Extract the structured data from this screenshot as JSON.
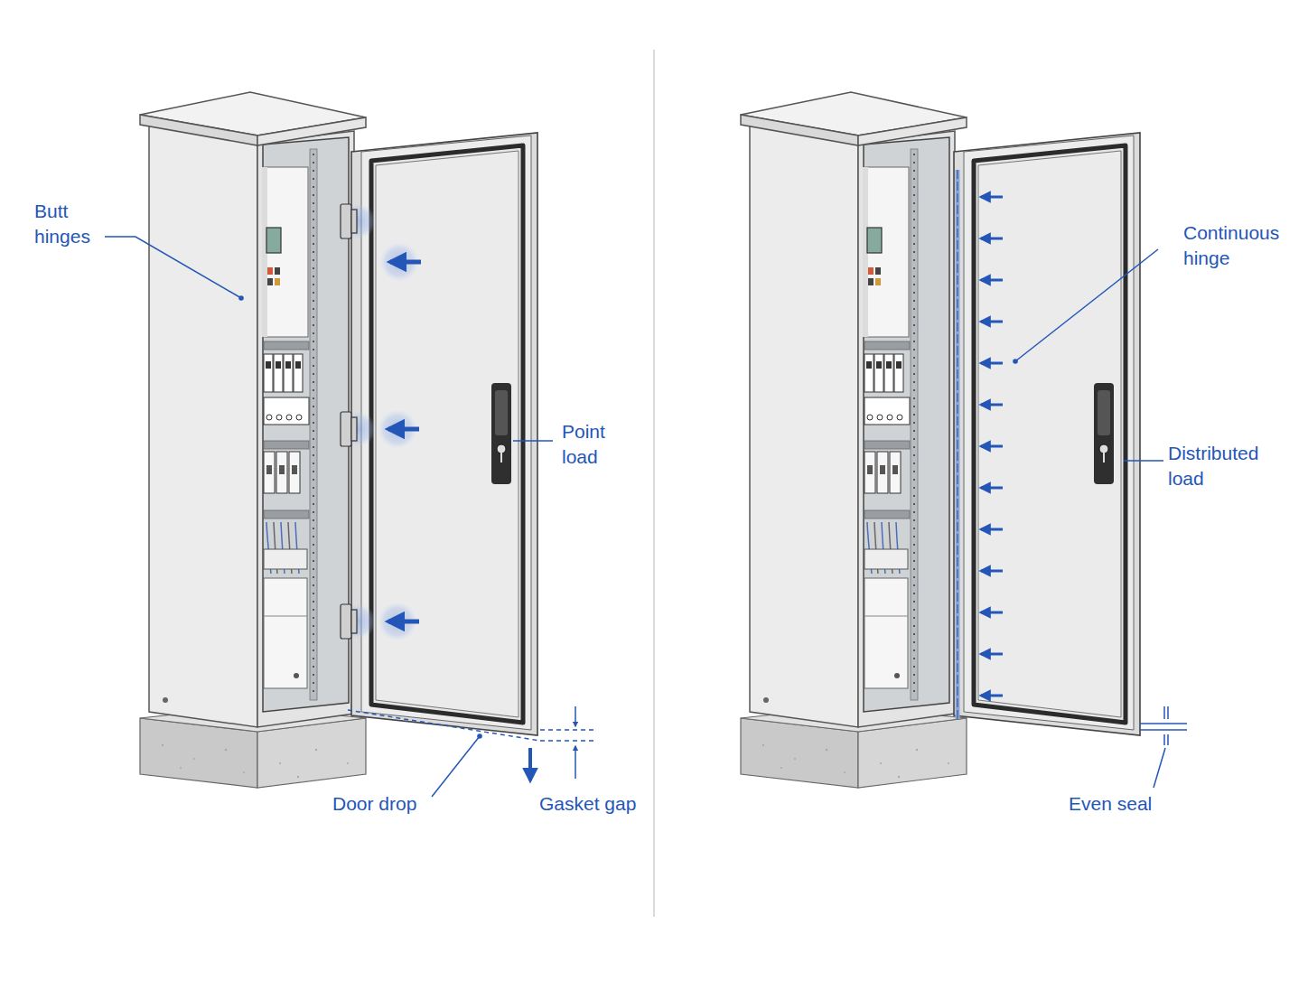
{
  "diagram": {
    "labels": [
      "Butt hinges",
      "Point load",
      "Door drop",
      "Gasket gap",
      "Continuous hinge",
      "Distributed load",
      "Even seal"
    ]
  }
}
